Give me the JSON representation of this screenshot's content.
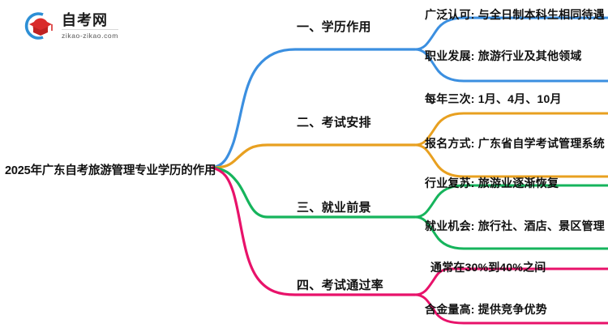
{
  "logo": {
    "name": "自考网",
    "domain": "zikao-zikao.com",
    "mark_icon": "graduation-cap-icon",
    "arc_color": "#2d8fd5",
    "cap_color": "#e03131"
  },
  "mindmap": {
    "root": {
      "label": "2025年广东自考旅游管理专业学历的作用"
    },
    "branches": [
      {
        "label": "一、学历作用",
        "color": "#3b8fe0",
        "children": [
          {
            "label": "广泛认可: 与全日制本科生相同待遇"
          },
          {
            "label": "职业发展: 旅游行业及其他领域"
          }
        ]
      },
      {
        "label": "二、考试安排",
        "color": "#e8a020",
        "children": [
          {
            "label": "每年三次: 1月、4月、10月"
          },
          {
            "label": "报名方式: 广东省自学考试管理系统"
          }
        ]
      },
      {
        "label": "三、就业前景",
        "color": "#16b45c",
        "children": [
          {
            "label": "行业复苏: 旅游业逐渐恢复"
          },
          {
            "label": "就业机会: 旅行社、酒店、景区管理"
          }
        ]
      },
      {
        "label": "四、考试通过率",
        "color": "#e8126a",
        "children": [
          {
            "label": "通常在30%到40%之间"
          },
          {
            "label": "含金量高: 提供竞争优势"
          }
        ]
      }
    ]
  }
}
